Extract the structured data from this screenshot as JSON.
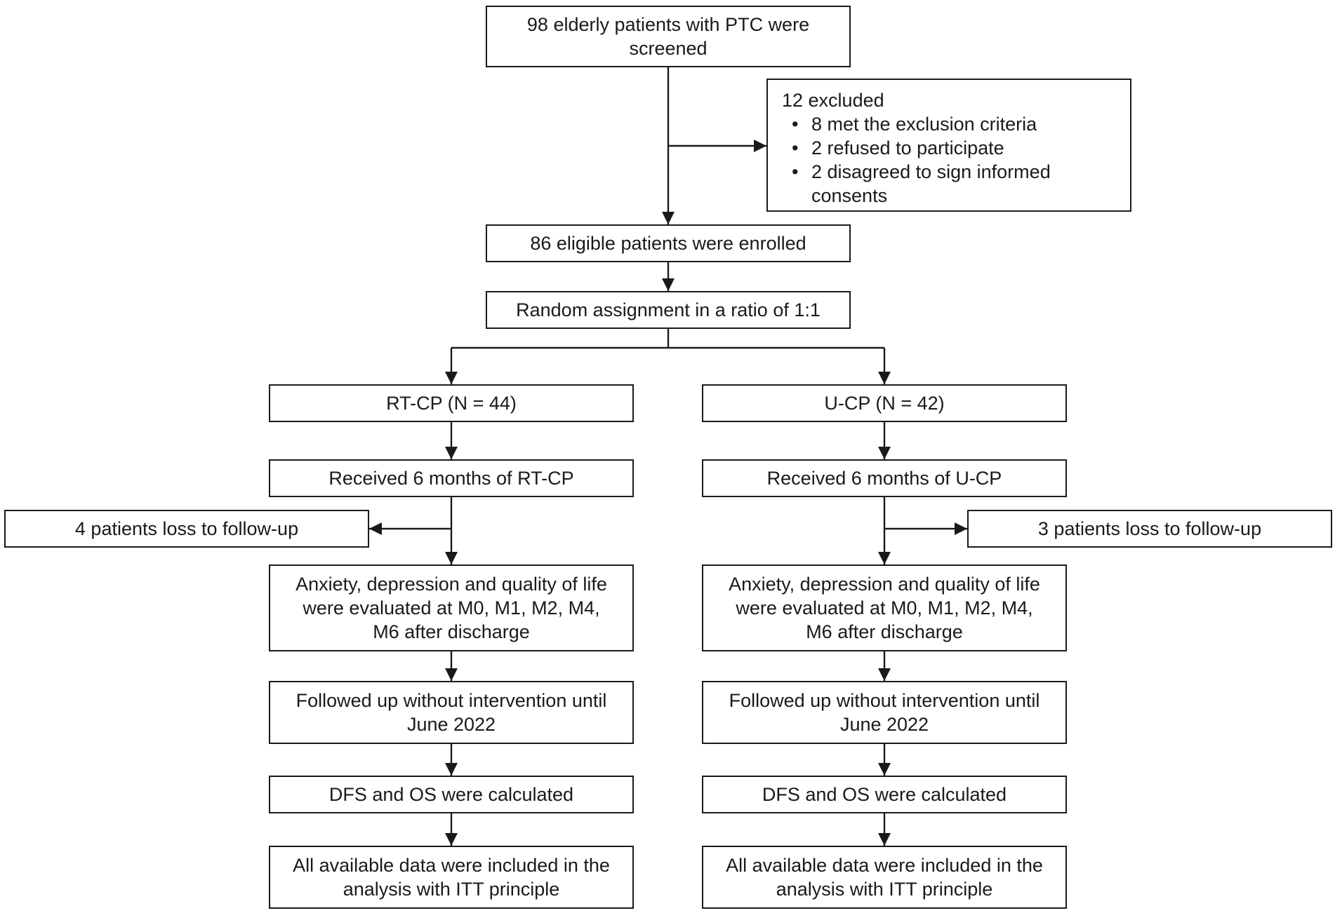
{
  "flowchart": {
    "screened": [
      "98 elderly patients with PTC were",
      "screened"
    ],
    "excluded": {
      "title": "12 excluded",
      "reasons": [
        [
          "8 met the exclusion criteria"
        ],
        [
          "2  refused to participate"
        ],
        [
          "2 disagreed to sign informed",
          "consents"
        ]
      ]
    },
    "enrolled": "86 eligible patients were enrolled",
    "randomization": "Random assignment in a  ratio of 1:1",
    "arms": [
      {
        "group": "RT-CP (N = 44)",
        "received": "Received 6 months of RT-CP",
        "loss": "4 patients loss to follow-up",
        "evaluation": [
          "Anxiety, depression and quality of life",
          "were evaluated at M0, M1, M2, M4,",
          "M6 after discharge"
        ],
        "followup": [
          "Followed up without intervention until",
          "June 2022"
        ],
        "calculation": "DFS and OS were calculated",
        "analysis": [
          "All available data were included in the",
          "analysis with ITT principle"
        ]
      },
      {
        "group": "U-CP (N = 42)",
        "received": "Received 6 months of U-CP",
        "loss": "3 patients loss to follow-up",
        "evaluation": [
          "Anxiety, depression and quality of life",
          "were evaluated at M0, M1, M2, M4,",
          "M6 after discharge"
        ],
        "followup": [
          "Followed up without intervention until",
          "June 2022"
        ],
        "calculation": "DFS and OS were calculated",
        "analysis": [
          "All available data were included in the",
          "analysis with ITT principle"
        ]
      }
    ]
  }
}
